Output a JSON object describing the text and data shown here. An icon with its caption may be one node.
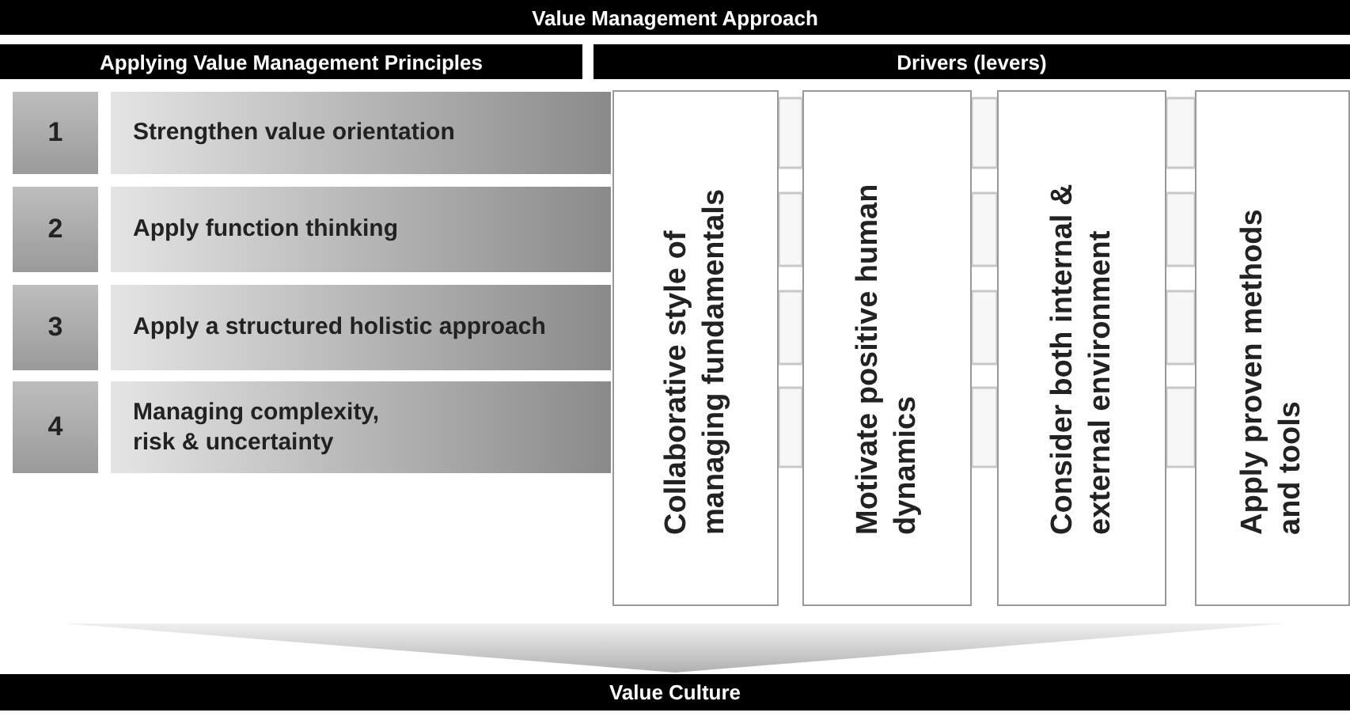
{
  "diagram": {
    "nodes": [
      {
        "text": [
          "Value Management Approach"
        ]
      },
      {
        "text": [
          "Applying Value Management Principles"
        ]
      },
      {
        "text": [
          "Drivers (levers)"
        ]
      },
      {
        "text": [
          "1"
        ]
      },
      {
        "text": [
          "Strengthen value orientation"
        ]
      },
      {
        "text": [
          "2"
        ]
      },
      {
        "text": [
          "Apply function thinking"
        ]
      },
      {
        "text": [
          "3"
        ]
      },
      {
        "text": [
          "Apply a structured holistic approach"
        ]
      },
      {
        "text": [
          "4"
        ]
      },
      {
        "text": [
          "Managing complexity, risk & uncertainty"
        ]
      },
      {
        "text": [
          "Collaborative style of managing fundamentals"
        ]
      },
      {
        "text": [
          "Motivate positive human dynamics"
        ]
      },
      {
        "text": [
          "Consider both internal & external environment"
        ]
      },
      {
        "text": [
          "Apply proven methods and tools"
        ]
      },
      {
        "text": [
          "Value Culture"
        ]
      }
    ],
    "edges": [
      {
        "from": null,
        "to": 15,
        "arrow": "to"
      }
    ]
  }
}
